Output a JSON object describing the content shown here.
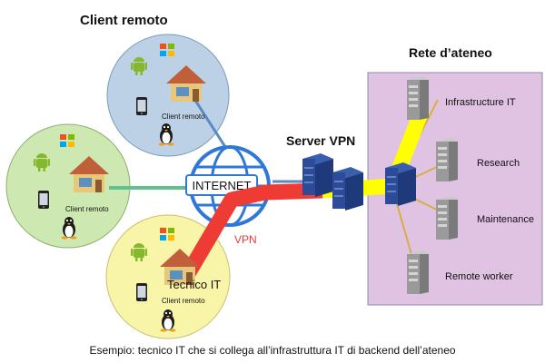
{
  "title": "Client remoto",
  "network_label": "Rete d’ateneo",
  "server_label": "Server VPN",
  "internet_label": "INTERNET",
  "vpn_label": "VPN",
  "caption": "Esempio: tecnico IT che si collega all’infrastruttura IT di backend dell’ateneo",
  "clients": [
    {
      "label": "Client remoto"
    },
    {
      "label": "Client remoto"
    },
    {
      "title": "Tecnico IT",
      "label": "Client remoto"
    }
  ],
  "servers": [
    {
      "label": "Infrastructure IT"
    },
    {
      "label": "Research"
    },
    {
      "label": "Maintenance"
    },
    {
      "label": "Remote worker"
    }
  ],
  "colors": {
    "client_blue": "#bcd0e6",
    "client_green": "#cde8b0",
    "client_yellow": "#f8f5a8",
    "network_bg": "#e0c2e3",
    "vpn_red": "#ee3b34",
    "tunnel_yellow": "#ffff00",
    "link_green": "#60c090",
    "globe": "#2f78d8"
  },
  "icons": [
    "android-icon",
    "windows-icon",
    "house-icon",
    "phone-icon",
    "linux-icon",
    "globe-icon",
    "server-icon"
  ]
}
